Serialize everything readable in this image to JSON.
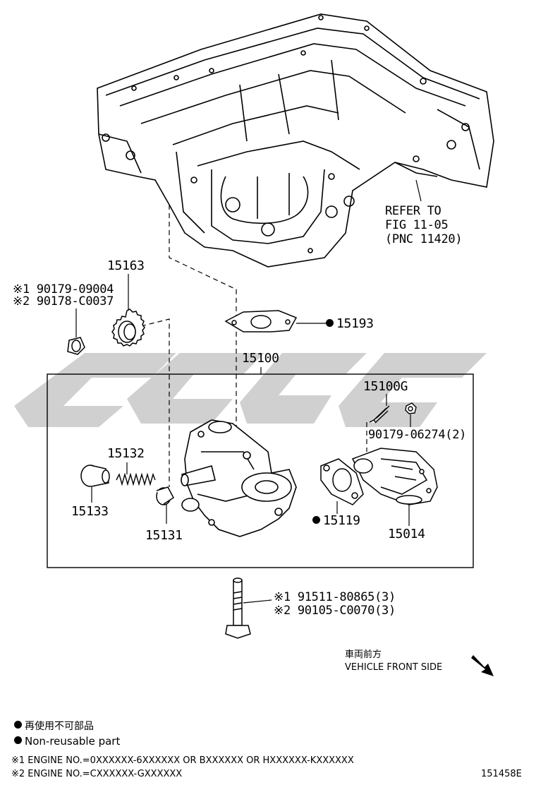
{
  "callouts": {
    "refer_line1": "REFER TO",
    "refer_line2": "FIG 11-05",
    "refer_line3": "(PNC 11420)",
    "p15163": "15163",
    "bolt_note1": "※1 90179-09004",
    "bolt_note2": "※2 90178-C0037",
    "p15193": "15193",
    "p15100": "15100",
    "p15100G": "15100G",
    "p90179_06274": "90179-06274(2)",
    "p15132": "15132",
    "p15133": "15133",
    "p15131": "15131",
    "p15119": "15119",
    "p15014": "15014",
    "screw_note1": "※1 91511-80865(3)",
    "screw_note2": "※2 90105-C0070(3)"
  },
  "direction": {
    "jp": "車両前方",
    "en": "VEHICLE FRONT SIDE"
  },
  "legend": {
    "jp": "再使用不可部品",
    "en": "Non-reusable part"
  },
  "engine_notes": {
    "note1": "※1 ENGINE NO.=0XXXXXX-6XXXXXX OR BXXXXXX OR HXXXXXX-KXXXXXX",
    "note2": "※2 ENGINE NO.=CXXXXXX-GXXXXXX"
  },
  "figure_id": "151458E",
  "watermark": "CJC"
}
